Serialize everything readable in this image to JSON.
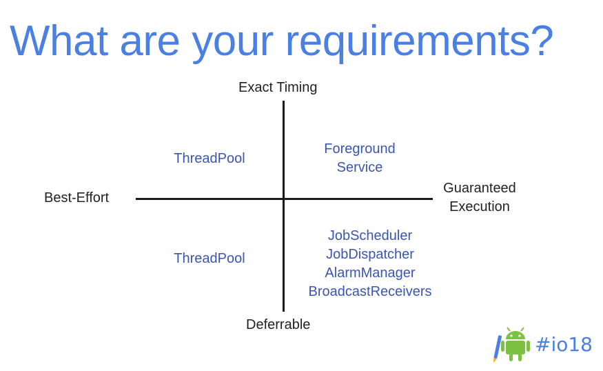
{
  "title": "What are your requirements?",
  "axes": {
    "top": "Exact Timing",
    "bottom": "Deferrable",
    "left": "Best-Effort",
    "right_line1": "Guaranteed",
    "right_line2": "Execution"
  },
  "quadrants": {
    "top_left": [
      "ThreadPool"
    ],
    "top_right": [
      "Foreground",
      "Service"
    ],
    "bottom_left": [
      "ThreadPool"
    ],
    "bottom_right": [
      "JobScheduler",
      "JobDispatcher",
      "AlarmManager",
      "BroadcastReceivers"
    ]
  },
  "logo": {
    "hashtag": "#io18",
    "icon": "android-robot-icon"
  },
  "colors": {
    "title": "#4a7fe3",
    "quadrant_text": "#3a55b4",
    "axis": "#1a1a1a",
    "android_green": "#7cc242"
  }
}
